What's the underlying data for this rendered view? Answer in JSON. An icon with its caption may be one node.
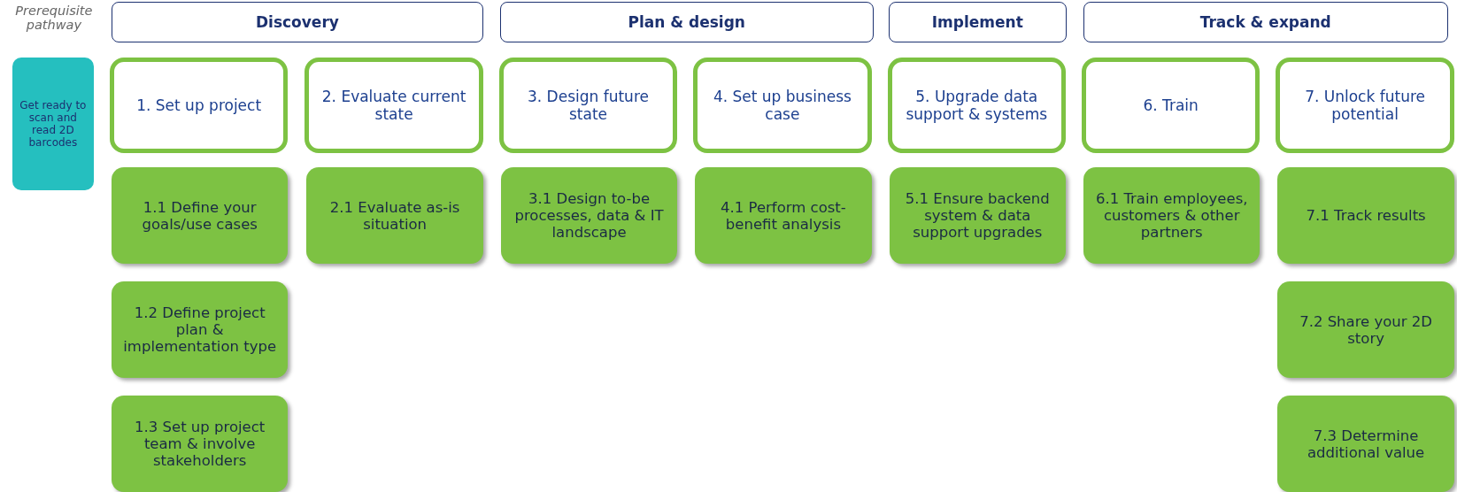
{
  "diagram": {
    "nodes": [
      {
        "text": [
          "Discovery"
        ]
      },
      {
        "text": [
          "Plan & design"
        ]
      },
      {
        "text": [
          "Implement"
        ]
      },
      {
        "text": [
          "Track & expand"
        ]
      },
      {
        "text": [
          "Get ready to scan and read 2D barcodes"
        ]
      },
      {
        "text": [
          "1. Set up project"
        ]
      },
      {
        "text": [
          "2. Evaluate current state"
        ]
      },
      {
        "text": [
          "3. Design future state"
        ]
      },
      {
        "text": [
          "4. Set up business case"
        ]
      },
      {
        "text": [
          "5. Upgrade data support & systems"
        ]
      },
      {
        "text": [
          "6. Train"
        ]
      },
      {
        "text": [
          "7. Unlock future potential"
        ]
      },
      {
        "text": [
          "1.1 Define your goals/use cases"
        ]
      },
      {
        "text": [
          "1.2 Define project plan & implementation type"
        ]
      },
      {
        "text": [
          "1.3 Set up project team & involve stakeholders"
        ]
      },
      {
        "text": [
          "2.1 Evaluate as-is situation"
        ]
      },
      {
        "text": [
          "3.1 Design to-be processes, data & IT landscape"
        ]
      },
      {
        "text": [
          "4.1 Perform cost-benefit analysis"
        ]
      },
      {
        "text": [
          "5.1 Ensure backend system & data support upgrades"
        ]
      },
      {
        "text": [
          "6.1 Train employees, customers & other partners"
        ]
      },
      {
        "text": [
          "7.1 Track results"
        ]
      },
      {
        "text": [
          "7.2 Share your 2D story"
        ]
      },
      {
        "text": [
          "7.3 Determine additional value"
        ]
      }
    ],
    "labels": [
      "Prerequisite pathway"
    ]
  }
}
